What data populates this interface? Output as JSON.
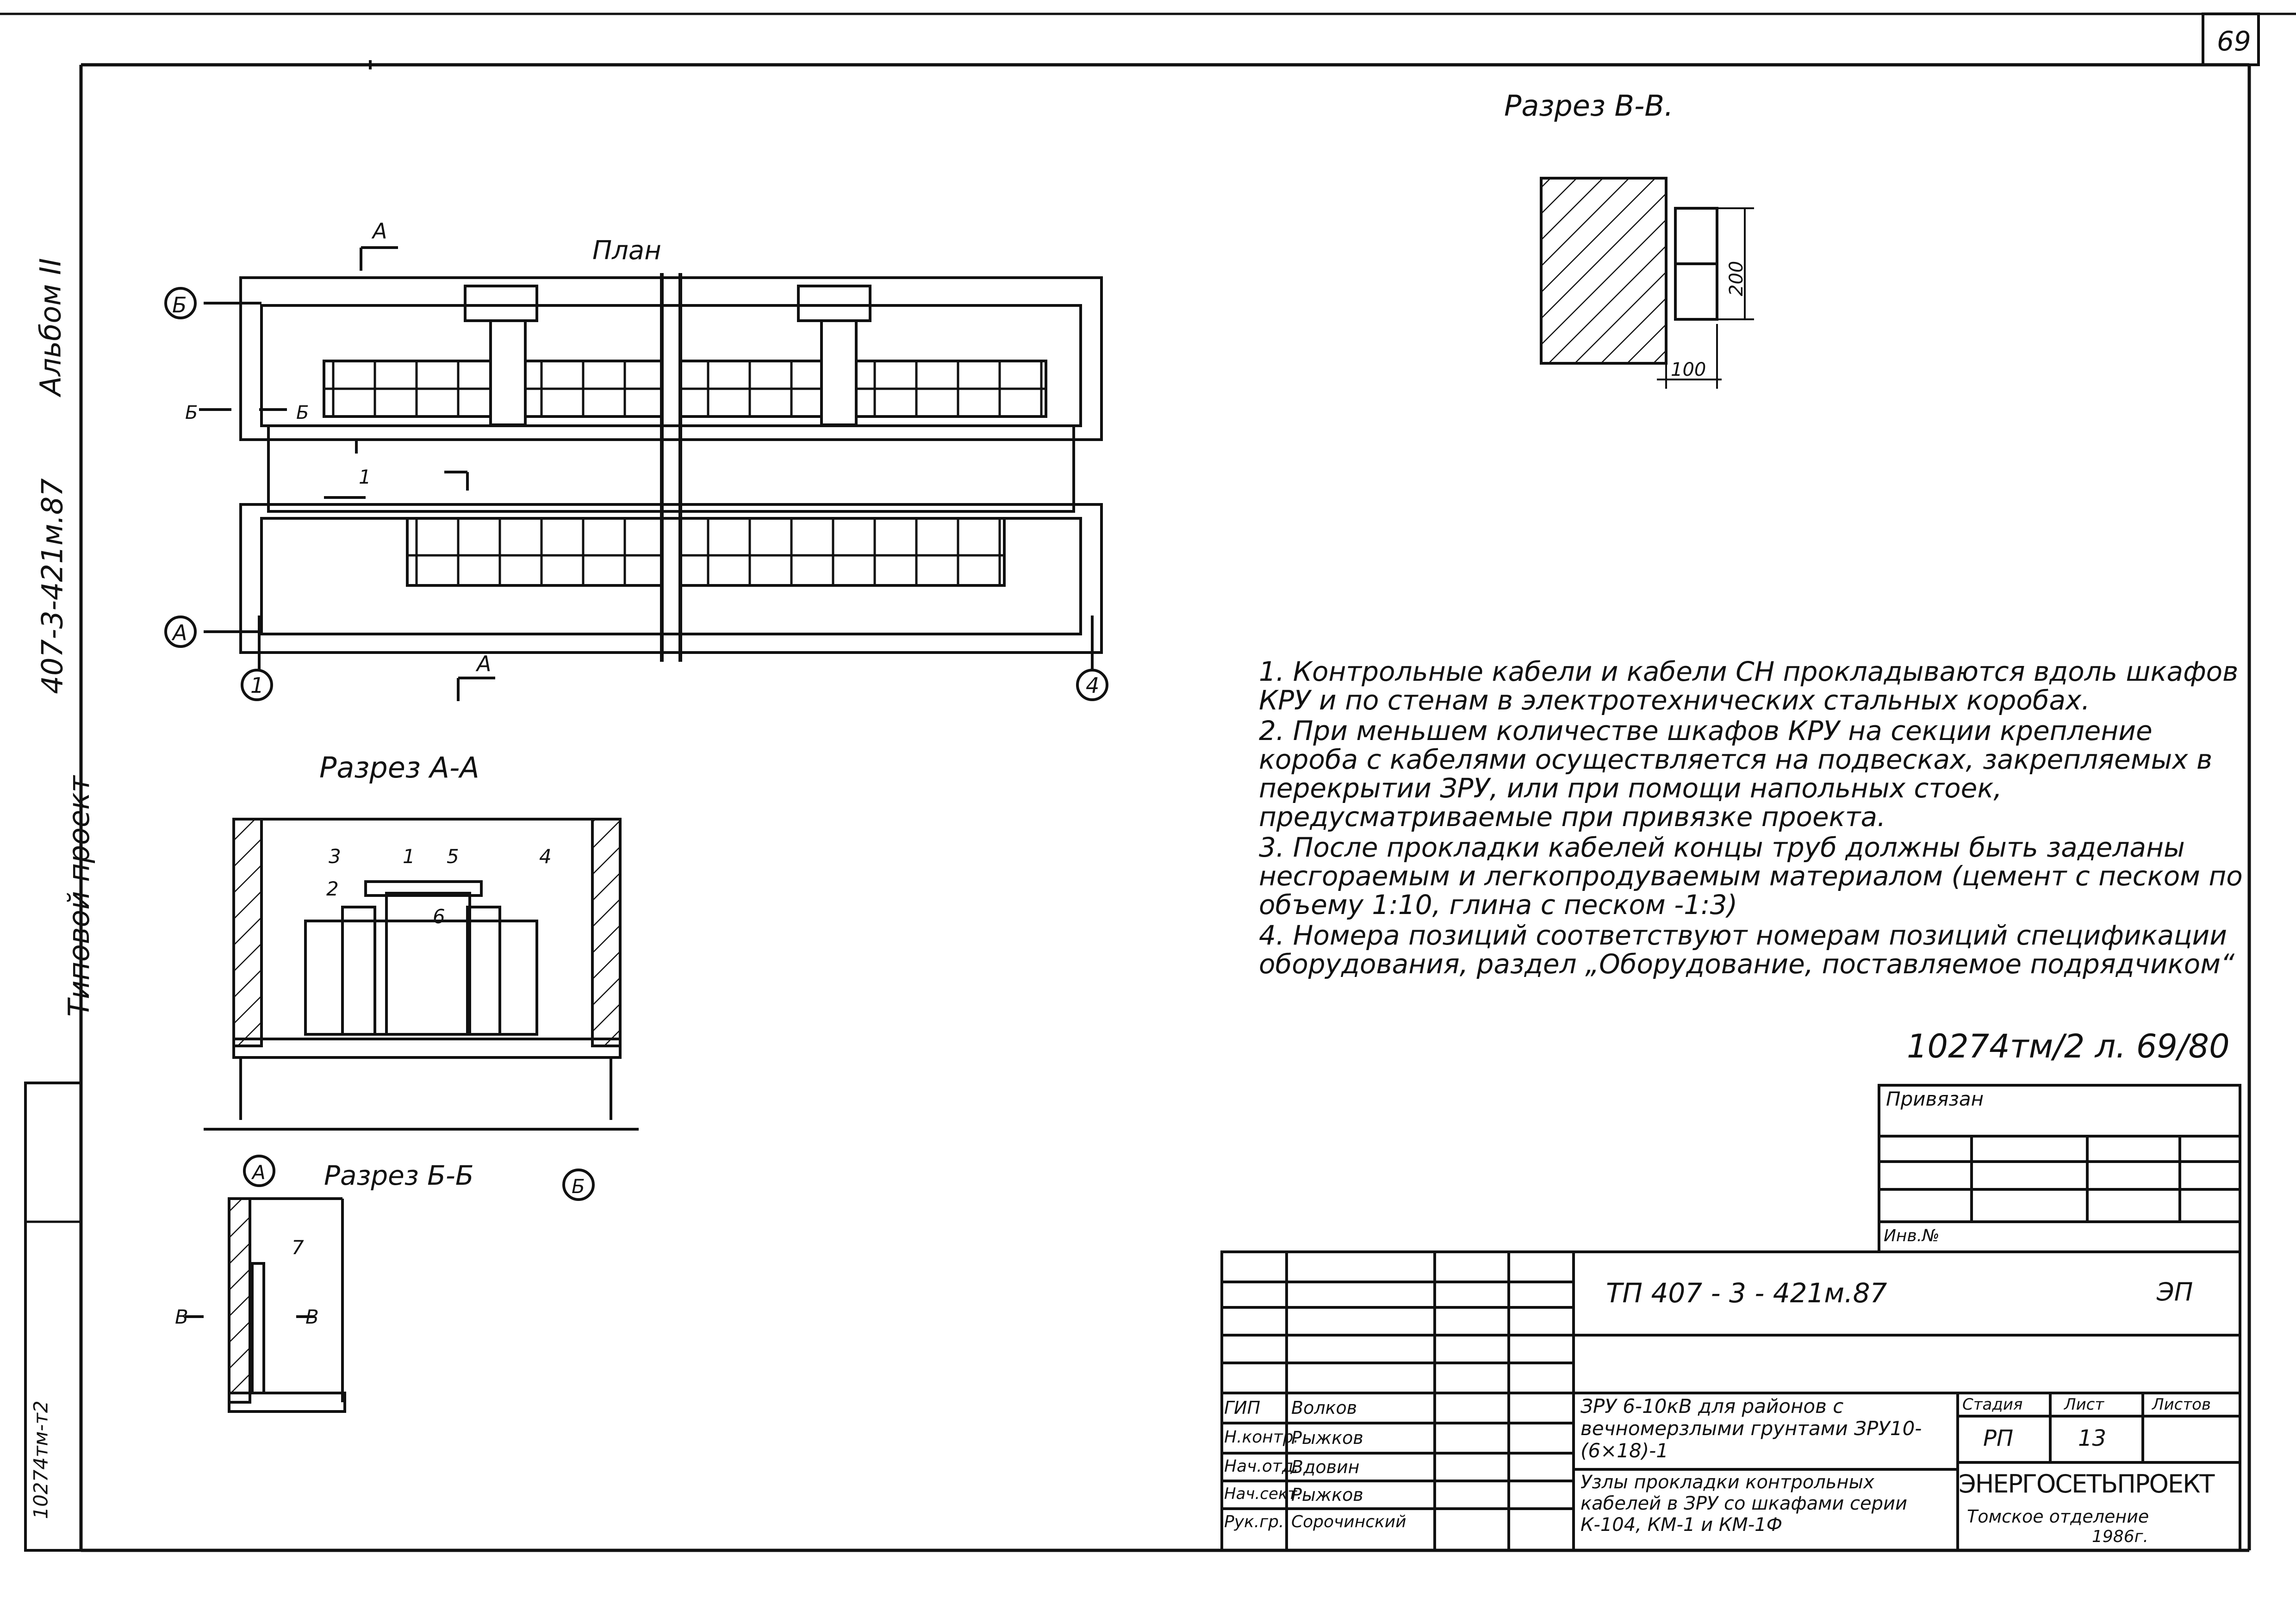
{
  "sheet_corner": "69",
  "side_label": {
    "album": "Альбом II",
    "project": "407-3-421м.87",
    "type": "Типовой проект",
    "inv_no": "10274тм-т2"
  },
  "plan": {
    "title": "План",
    "axes": {
      "b": "Б",
      "a": "А",
      "one": "1",
      "four": "4"
    },
    "cut_a": "А",
    "cut_b": "Б",
    "item_1": "1"
  },
  "section_vv": {
    "title": "Разрез В-В.",
    "dim_200": "200",
    "dim_100": "100"
  },
  "section_aa": {
    "title": "Разрез А-А",
    "items": [
      "3",
      "1",
      "5",
      "4",
      "2",
      "6"
    ],
    "axis_a": "А",
    "axis_b": "Б"
  },
  "section_bb": {
    "title": "Разрез Б-Б",
    "item_7": "7",
    "cut_v": "В"
  },
  "notes": [
    "1. Контрольные кабели и кабели СН прокладываются вдоль шкафов КРУ и по стенам в электротехнических стальных коробах.",
    "2. При меньшем количестве шкафов КРУ на секции крепление короба с кабелями осуществляется на подвесках, закрепляемых в перекрытии ЗРУ, или при помощи напольных стоек, предусматриваемые при привязке проекта.",
    "3. После прокладки кабелей концы труб должны быть заделаны несгораемым и легкопродуваемым материалом (цемент с песком по объему 1:10, глина с песком -1:3)",
    "4. Номера позиций соответствуют номерам позиций спецификации оборудования, раздел „Оборудование, поставляемое подрядчиком“"
  ],
  "sheet_ref": "10274тм/2 л. 69/80",
  "binding": {
    "title": "Привязан",
    "inv": "Инв.№"
  },
  "title_block": {
    "code": "ТП     407 - 3 - 421м.87",
    "mark": "ЭП",
    "object": "ЗРУ 6-10кВ для районов с вечномерзлыми грунтами ЗРУ10-(6×18)-1",
    "sheet_title": "Узлы прокладки контрольных кабелей в ЗРУ со шкафами серии К-104, КМ-1 и КМ-1Ф",
    "stage_h": "Стадия",
    "sheet_h": "Лист",
    "sheets_h": "Листов",
    "stage": "РП",
    "sheet_no": "13",
    "org": "ЭНЕРГОСЕТЬПРОЕКТ",
    "branch": "Томское отделение",
    "year": "1986г.",
    "roles": [
      {
        "role": "ГИП",
        "name": "Волков"
      },
      {
        "role": "Н.контр.",
        "name": "Рыжков"
      },
      {
        "role": "Нач.отд.",
        "name": "Вдовин"
      },
      {
        "role": "Нач.сект.",
        "name": "Рыжков"
      },
      {
        "role": "Рук.гр.",
        "name": "Сорочинский"
      }
    ]
  }
}
